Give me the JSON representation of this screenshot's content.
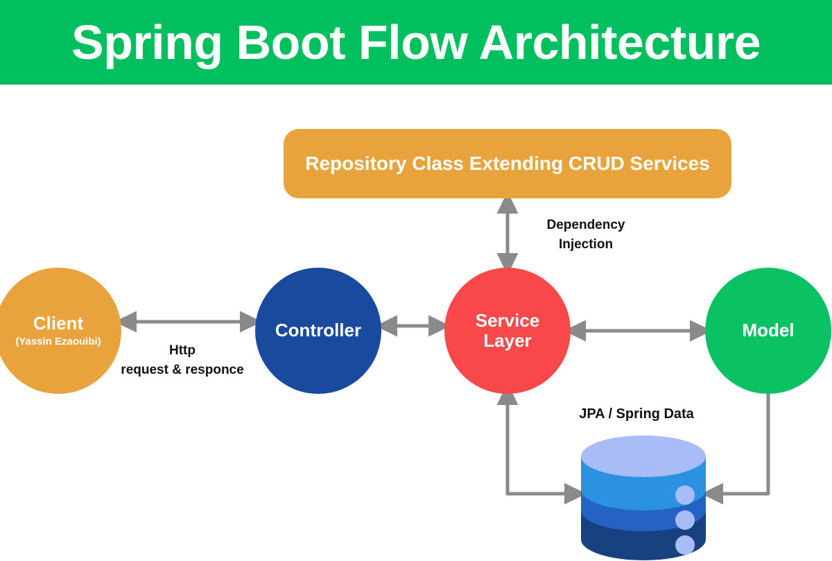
{
  "page": {
    "title": "Spring Boot Flow Architecture",
    "background": "#ffffff"
  },
  "banner": {
    "title": "Spring Boot Flow Architecture",
    "background_color": "#00bf5f",
    "text_color": "#ffffff"
  },
  "nodes": {
    "repository": {
      "label": "Repository Class Extending CRUD Services",
      "shape": "rounded-rectangle",
      "color": "#e8a33d",
      "text_color": "#ffffff"
    },
    "client": {
      "label": "Client",
      "sublabel": "(Yassin Ezaouibi)",
      "shape": "circle",
      "color": "#e8a33d",
      "text_color": "#ffffff"
    },
    "controller": {
      "label": "Controller",
      "shape": "circle",
      "color": "#194a9e",
      "text_color": "#ffffff"
    },
    "service": {
      "label_line1": "Service",
      "label_line2": "Layer",
      "shape": "circle",
      "color": "#f9484a",
      "text_color": "#ffffff"
    },
    "model": {
      "label": "Model",
      "shape": "circle",
      "color": "#0ac263",
      "text_color": "#ffffff"
    },
    "database": {
      "label": "JPA / Spring Data",
      "shape": "cylinder",
      "top_color": "#a8bdf7",
      "band1_color": "#2a92e0",
      "band2_color": "#2463c4",
      "band3_color": "#17417f",
      "dot_color": "#a8bdf7"
    }
  },
  "annotations": {
    "dependency_injection": "Dependency\nInjection",
    "http": "Http\nrequest & responce",
    "jpa_spring_data": "JPA / Spring Data"
  },
  "connections": [
    {
      "name": "client-controller",
      "from": "client",
      "to": "controller",
      "direction": "both",
      "label": "Http request & responce"
    },
    {
      "name": "controller-service",
      "from": "controller",
      "to": "service",
      "direction": "both",
      "label": ""
    },
    {
      "name": "repository-service",
      "from": "repository",
      "to": "service",
      "direction": "both",
      "label": "Dependency Injection"
    },
    {
      "name": "service-model",
      "from": "service",
      "to": "model",
      "direction": "both",
      "label": ""
    },
    {
      "name": "service-database",
      "from": "service",
      "to": "database",
      "direction": "both",
      "label": "JPA / Spring Data"
    },
    {
      "name": "model-database",
      "from": "model",
      "to": "database",
      "direction": "to",
      "label": ""
    }
  ],
  "style": {
    "arrow_color": "#8a8a8a"
  }
}
